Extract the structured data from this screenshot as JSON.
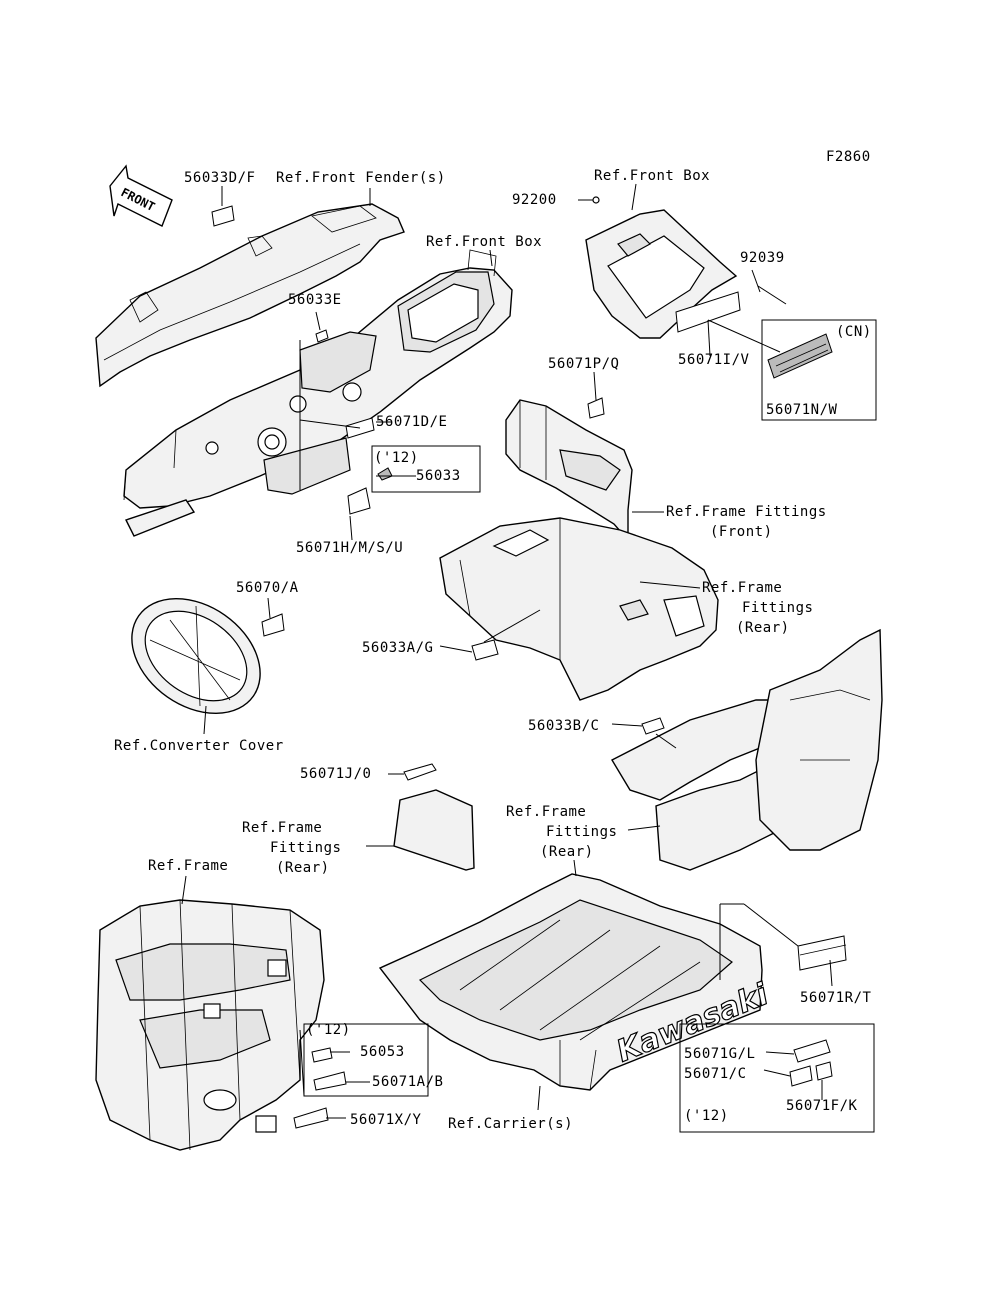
{
  "figure_code": "F2860",
  "front_arrow": "FRONT",
  "labels": {
    "l_56033DF": "56033D/F",
    "l_front_fender": "Ref.Front Fender(s)",
    "l_front_box_1": "Ref.Front Box",
    "l_front_box_2": "Ref.Front Box",
    "l_92200": "92200",
    "l_92039": "92039",
    "l_56033E": "56033E",
    "l_56071IV": "56071I/V",
    "l_CN": "(CN)",
    "l_56071NW": "56071N/W",
    "l_56071PQ": "56071P/Q",
    "l_56071DE": "56071D/E",
    "l_12_a": "('12)",
    "l_56033": "56033",
    "l_frame_fit_front_1": "Ref.Frame Fittings",
    "l_frame_fit_front_2": "(Front)",
    "l_56071HMSU": "56071H/M/S/U",
    "l_56070A": "56070/A",
    "l_frame_fit_rear_a1": "Ref.Frame",
    "l_frame_fit_rear_a2": "Fittings",
    "l_frame_fit_rear_a3": "(Rear)",
    "l_56033AG": "56033A/G",
    "l_56033BC": "56033B/C",
    "l_converter": "Ref.Converter Cover",
    "l_56071J0": "56071J/0",
    "l_frame_fit_rear_b1": "Ref.Frame",
    "l_frame_fit_rear_b2": "Fittings",
    "l_frame_fit_rear_b3": "(Rear)",
    "l_frame_fit_rear_c1": "Ref.Frame",
    "l_frame_fit_rear_c2": "Fittings",
    "l_frame_fit_rear_c3": "(Rear)",
    "l_ref_frame": "Ref.Frame",
    "l_56071RT": "56071R/T",
    "l_12_b": "('12)",
    "l_56053": "56053",
    "l_56071AB": "56071A/B",
    "l_56071GL": "56071G/L",
    "l_56071C": "56071/C",
    "l_56071FK": "56071F/K",
    "l_12_c": "('12)",
    "l_56071XY": "56071X/Y",
    "l_carrier": "Ref.Carrier(s)"
  },
  "brand_decal": "Kawasaki"
}
